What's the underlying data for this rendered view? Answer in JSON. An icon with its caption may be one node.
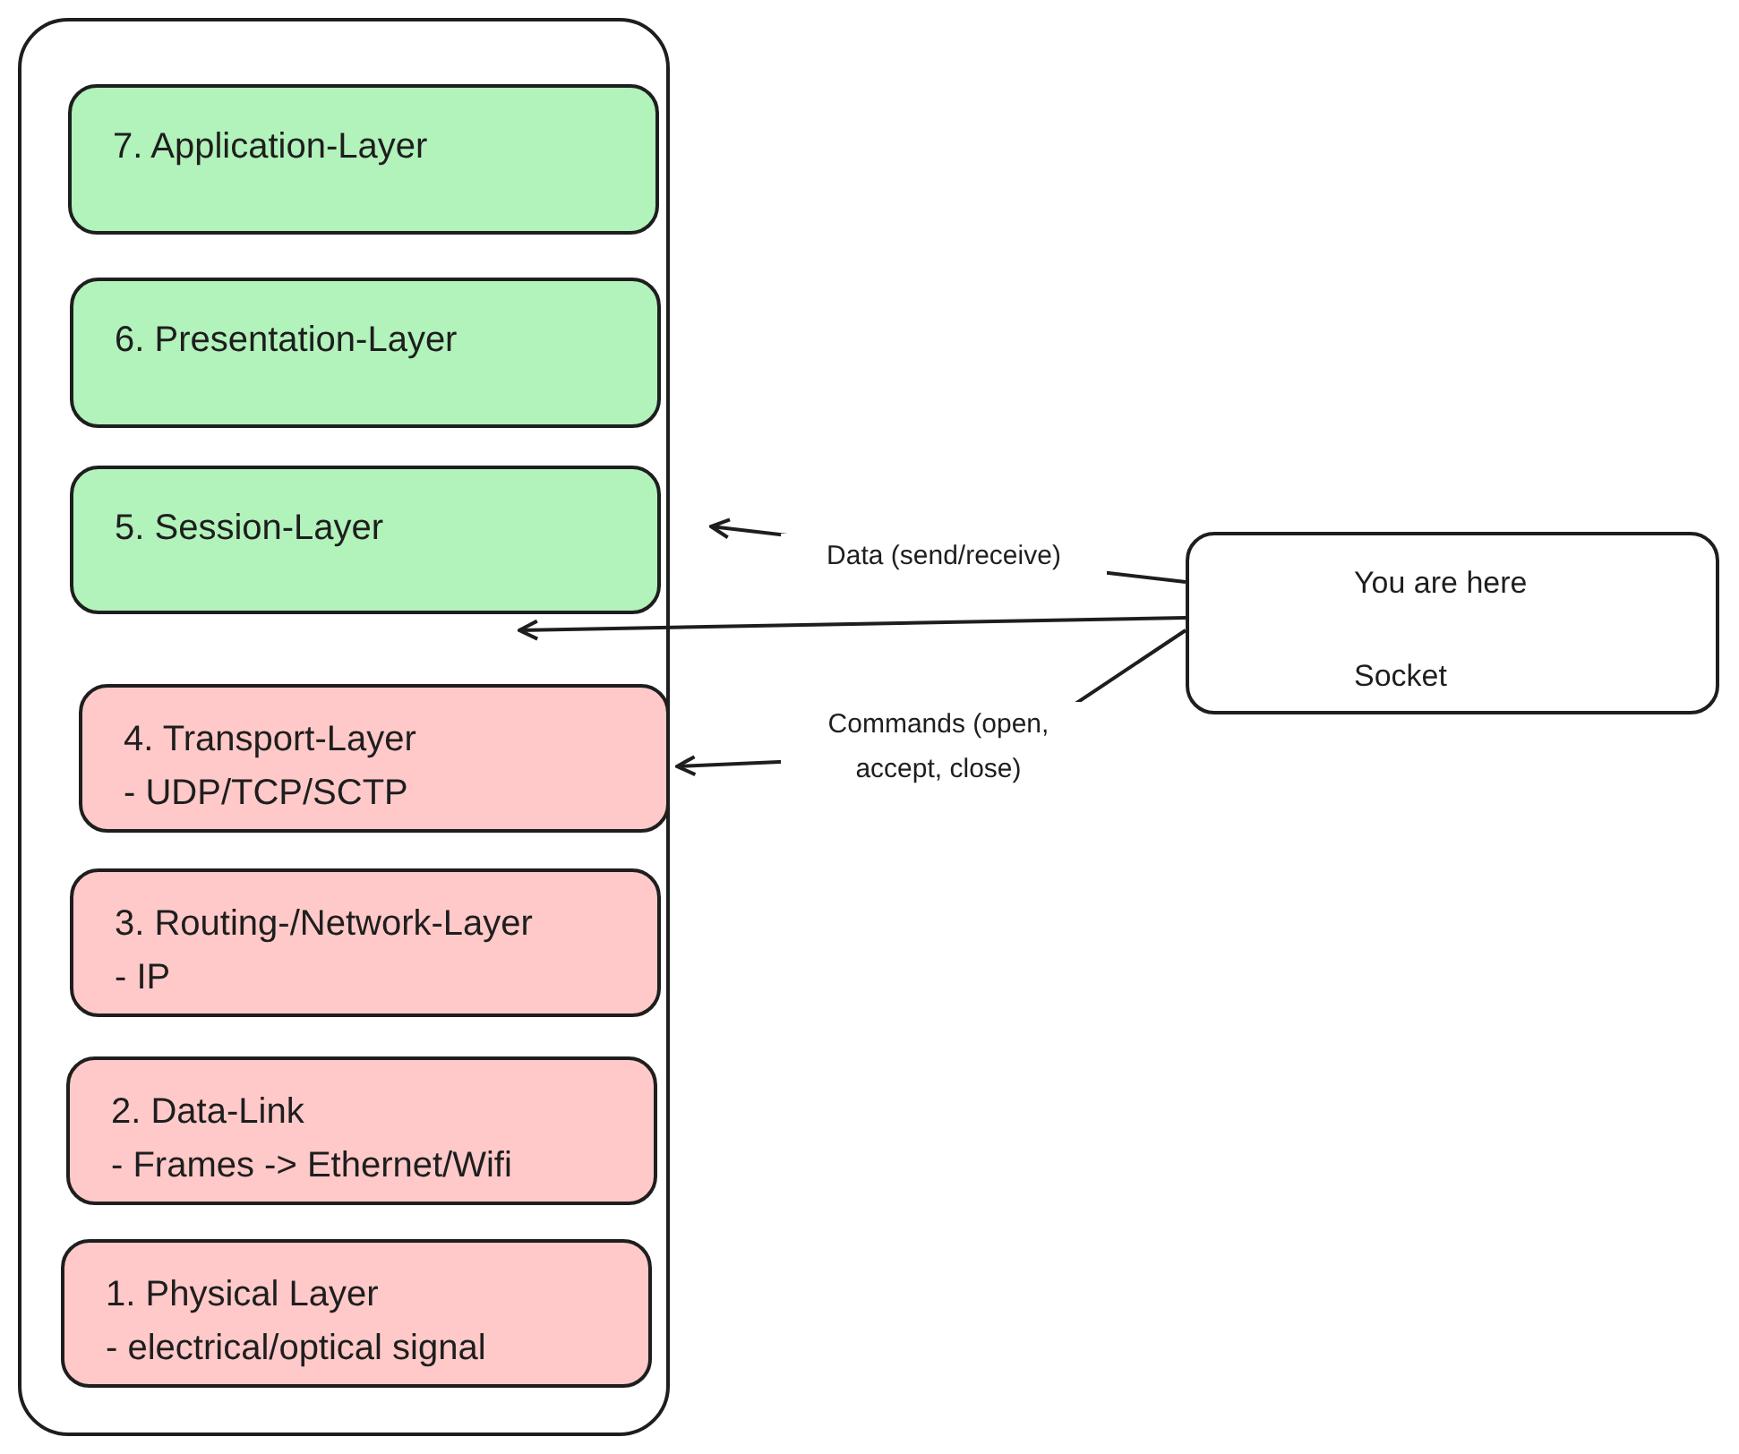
{
  "diagram": {
    "nodes": [
      {
        "text": [],
        "shape": "box"
      },
      {
        "text": [
          "7. Application-Layer"
        ],
        "in": 0
      },
      {
        "text": [
          "6. Presentation-Layer"
        ],
        "in": 0
      },
      {
        "text": [
          "5. Session-Layer"
        ],
        "in": 0
      },
      {
        "text": [
          "4. Transport-Layer",
          "- UDP/TCP/SCTP"
        ],
        "in": 0
      },
      {
        "text": [
          "3. Routing-/Network-Layer",
          "- IP"
        ],
        "in": 0
      },
      {
        "text": [
          "2. Data-Link",
          "- Frames -> Ethernet/Wifi"
        ],
        "in": 0
      },
      {
        "text": [
          "1. Physical Layer",
          "- electrical/optical signal"
        ],
        "in": 0
      },
      {
        "text": [
          "You are here",
          "Socket"
        ]
      }
    ],
    "edges": [
      {
        "from": 8,
        "to": 3,
        "arrow": "to",
        "label": "Data (send/receive)"
      },
      {
        "from": 8,
        "to": 3,
        "arrow": "to"
      },
      {
        "from": 8,
        "to": 4,
        "arrow": "to",
        "label": "Commands (open, accept, close)"
      }
    ]
  }
}
